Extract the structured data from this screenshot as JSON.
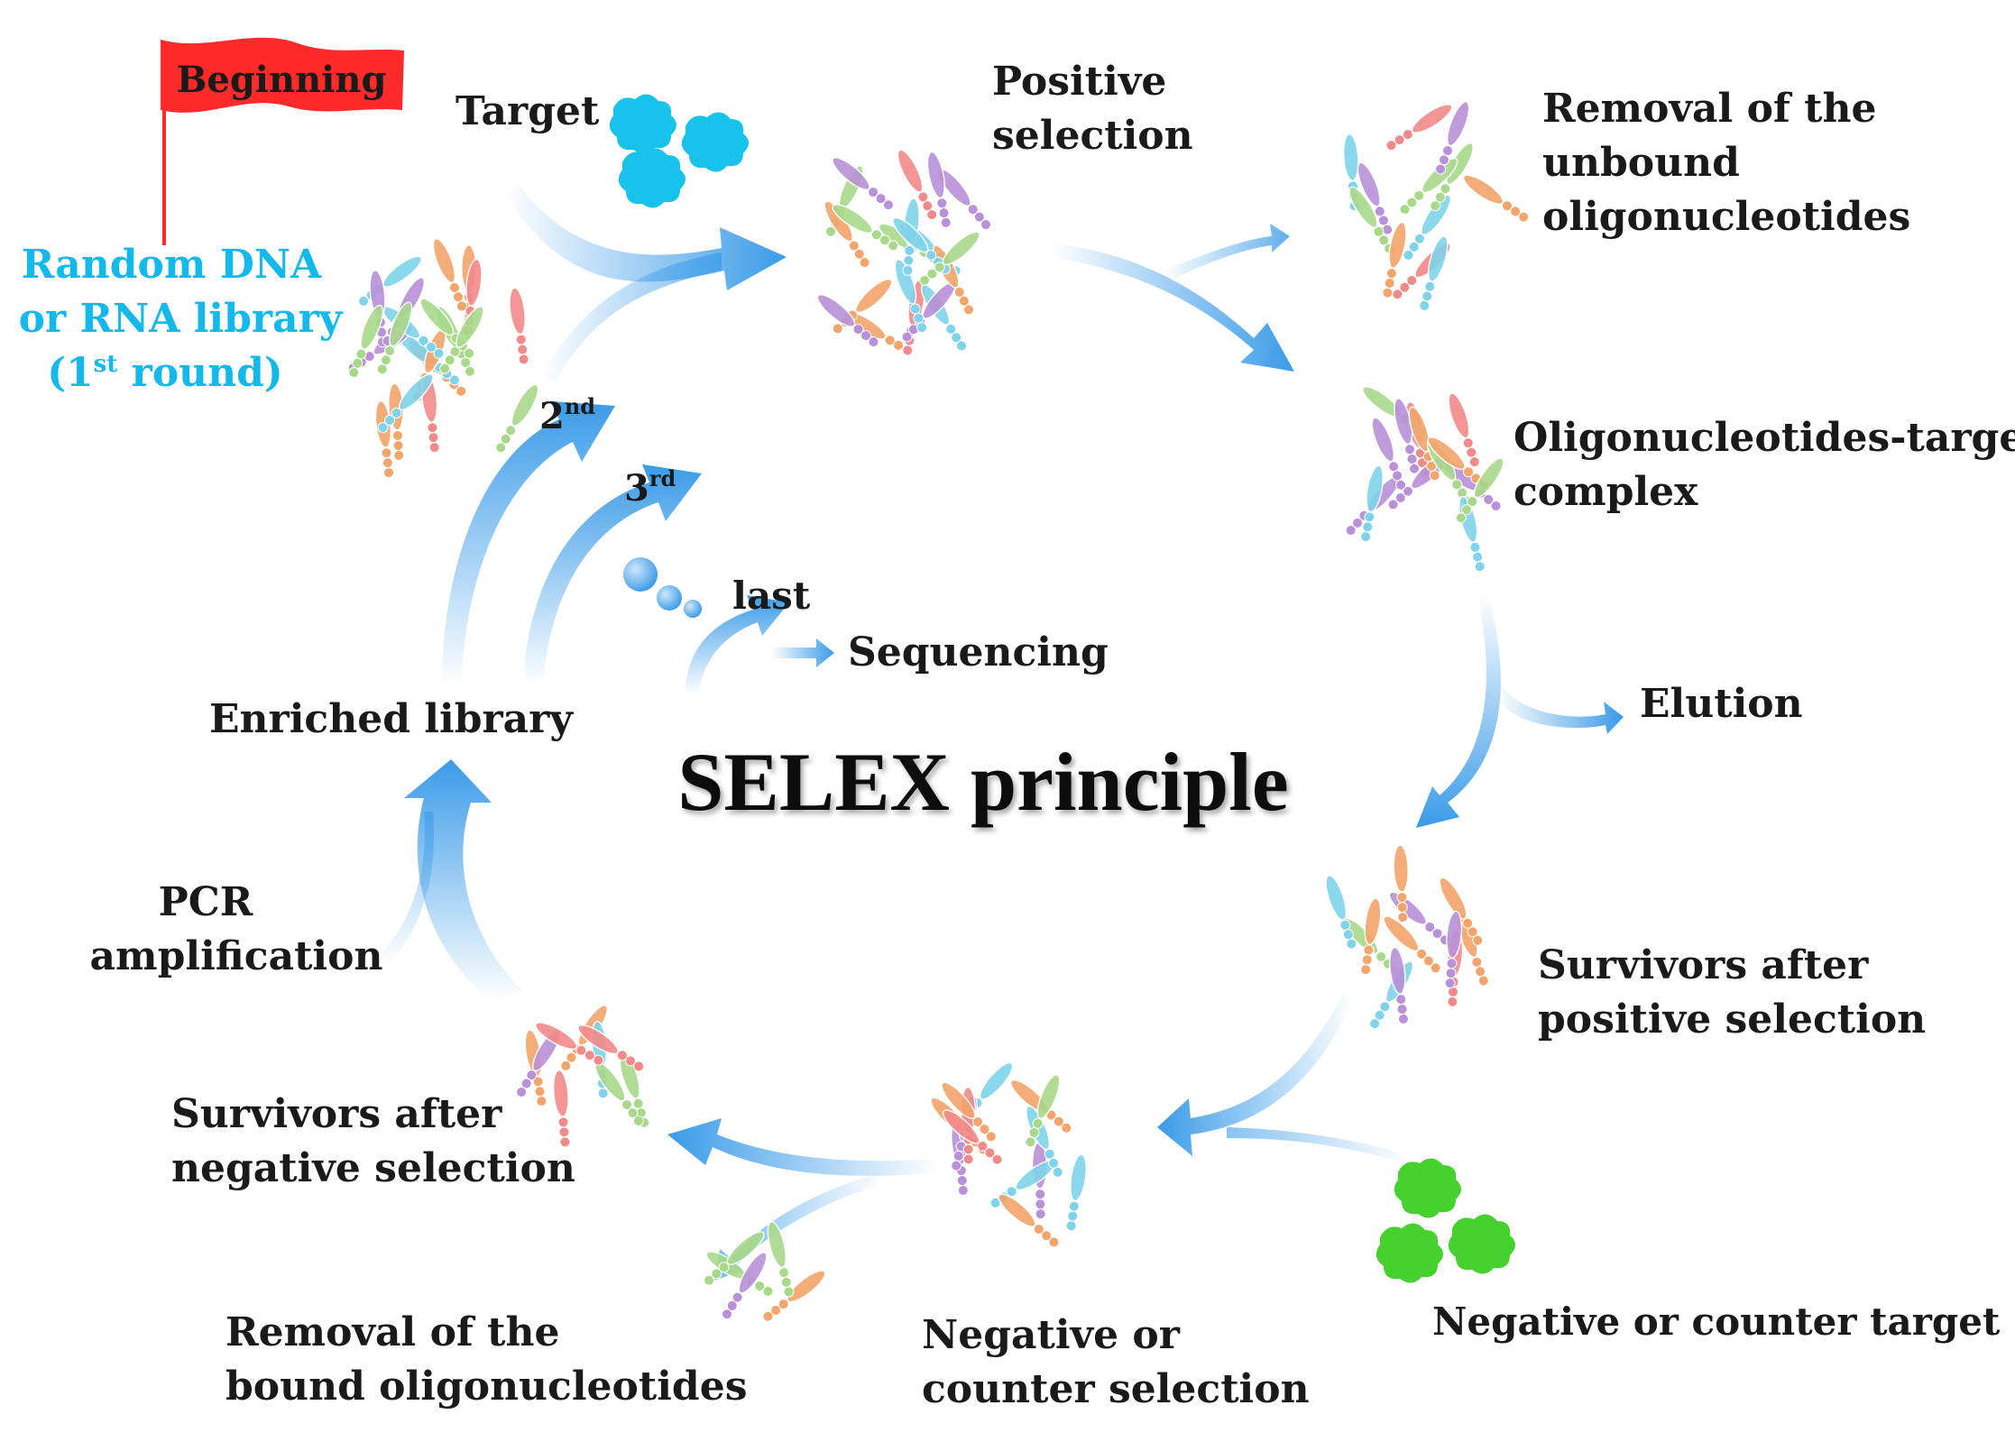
{
  "flag": {
    "text": "Beginning",
    "color": "#ff2a2a"
  },
  "colors": {
    "arrow": "#3a9be8",
    "target": "#17c3ea",
    "negative_target": "#45d22f",
    "library_label": "#14b9ec",
    "strands": [
      "#b991d8",
      "#f3a56b",
      "#f28a8a",
      "#a8d98a",
      "#7fd3ea"
    ]
  },
  "labels": {
    "target": "Target",
    "library_1": "Random DNA",
    "library_2": "or RNA library",
    "library_3_open": "(1",
    "library_3_sup": "st",
    "library_3_close": " round)",
    "positive_1": "Positive",
    "positive_2": "selection",
    "removal_unbound_1": "Removal of the",
    "removal_unbound_2": "unbound",
    "removal_unbound_3": "oligonucleotides",
    "complex_1": "Oligonucleotides-target",
    "complex_2": "complex",
    "elution": "Elution",
    "survivors_pos_1": "Survivors after",
    "survivors_pos_2": "positive selection",
    "negative_target": "Negative or counter target",
    "negative_sel_1": "Negative or",
    "negative_sel_2": "counter selection",
    "removal_bound_1": "Removal of the",
    "removal_bound_2": "bound oligonucleotides",
    "survivors_neg_1": "Survivors after",
    "survivors_neg_2": "negative selection",
    "pcr_1": "PCR",
    "pcr_2": "amplification",
    "enriched": "Enriched library",
    "round2": "2",
    "round2_sup": "nd",
    "round3": "3",
    "round3_sup": "rd",
    "last": "last",
    "sequencing": "Sequencing",
    "title": "SELEX principle"
  }
}
